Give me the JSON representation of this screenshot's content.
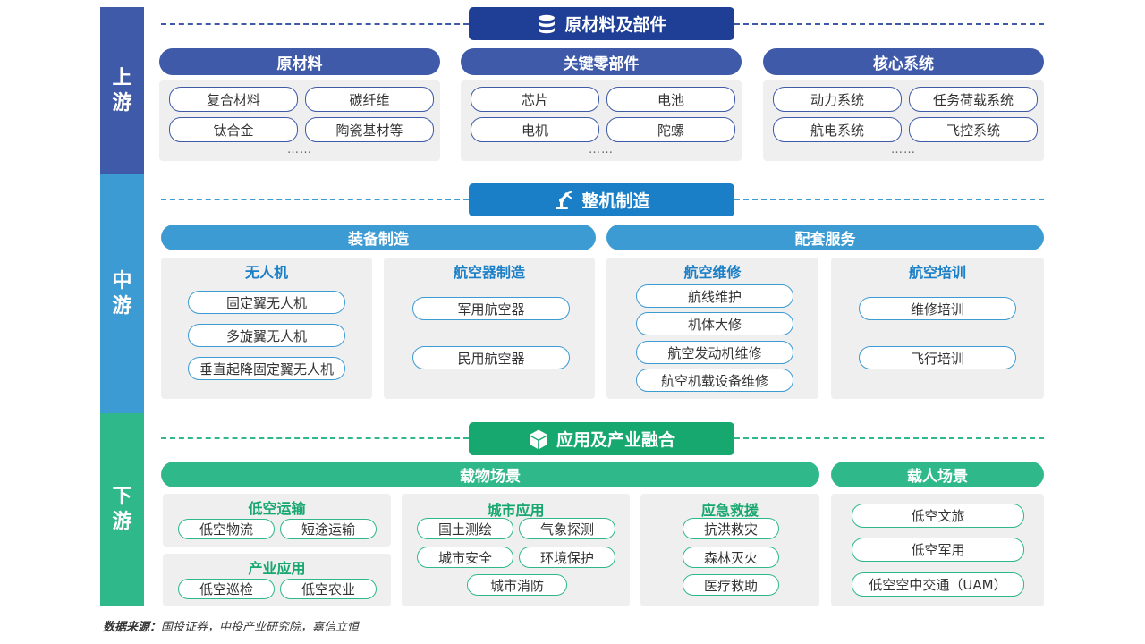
{
  "stages": {
    "upstream": "上游",
    "midstream": "中游",
    "downstream": "下游"
  },
  "colors": {
    "upstream": "#3f5aa8",
    "upstream_banner": "#1f3f97",
    "midstream": "#3d9bd3",
    "midstream_banner": "#1a7fc6",
    "downstream": "#2fb98a",
    "downstream_banner": "#17a86f"
  },
  "upstream": {
    "banner": "原材料及部件",
    "banner_icon": "database-icon",
    "groups": [
      {
        "title": "原材料",
        "items": [
          "复合材料",
          "碳纤维",
          "钛合金",
          "陶瓷基材等"
        ],
        "more": "……"
      },
      {
        "title": "关键零部件",
        "items": [
          "芯片",
          "电池",
          "电机",
          "陀螺"
        ],
        "more": "……"
      },
      {
        "title": "核心系统",
        "items": [
          "动力系统",
          "任务荷载系统",
          "航电系统",
          "飞控系统"
        ],
        "more": "……"
      }
    ]
  },
  "midstream": {
    "banner": "整机制造",
    "banner_icon": "robot-arm-icon",
    "sections": [
      "装备制造",
      "配套服务"
    ],
    "panels": [
      {
        "title": "无人机",
        "items": [
          "固定翼无人机",
          "多旋翼无人机",
          "垂直起降固定翼无人机"
        ]
      },
      {
        "title": "航空器制造",
        "items": [
          "军用航空器",
          "民用航空器"
        ]
      },
      {
        "title": "航空维修",
        "items": [
          "航线维护",
          "机体大修",
          "航空发动机维修",
          "航空机载设备维修"
        ]
      },
      {
        "title": "航空培训",
        "items": [
          "维修培训",
          "飞行培训"
        ]
      }
    ]
  },
  "downstream": {
    "banner": "应用及产业融合",
    "banner_icon": "cube-icon",
    "sections": [
      "载物场景",
      "载人场景"
    ],
    "panels": [
      {
        "title": "低空运输",
        "items": [
          "低空物流",
          "短途运输"
        ]
      },
      {
        "title": "产业应用",
        "items": [
          "低空巡检",
          "低空农业"
        ]
      },
      {
        "title": "城市应用",
        "items": [
          "国土测绘",
          "气象探测",
          "城市安全",
          "环境保护",
          "城市消防"
        ]
      },
      {
        "title": "应急救援",
        "items": [
          "抗洪救灾",
          "森林灭火",
          "医疗救助"
        ]
      },
      {
        "title": "",
        "items": [
          "低空文旅",
          "低空军用",
          "低空空中交通（UAM）"
        ]
      }
    ]
  },
  "source": {
    "label": "数据来源：",
    "text": "国投证券，中投产业研究院，嘉信立恒"
  }
}
